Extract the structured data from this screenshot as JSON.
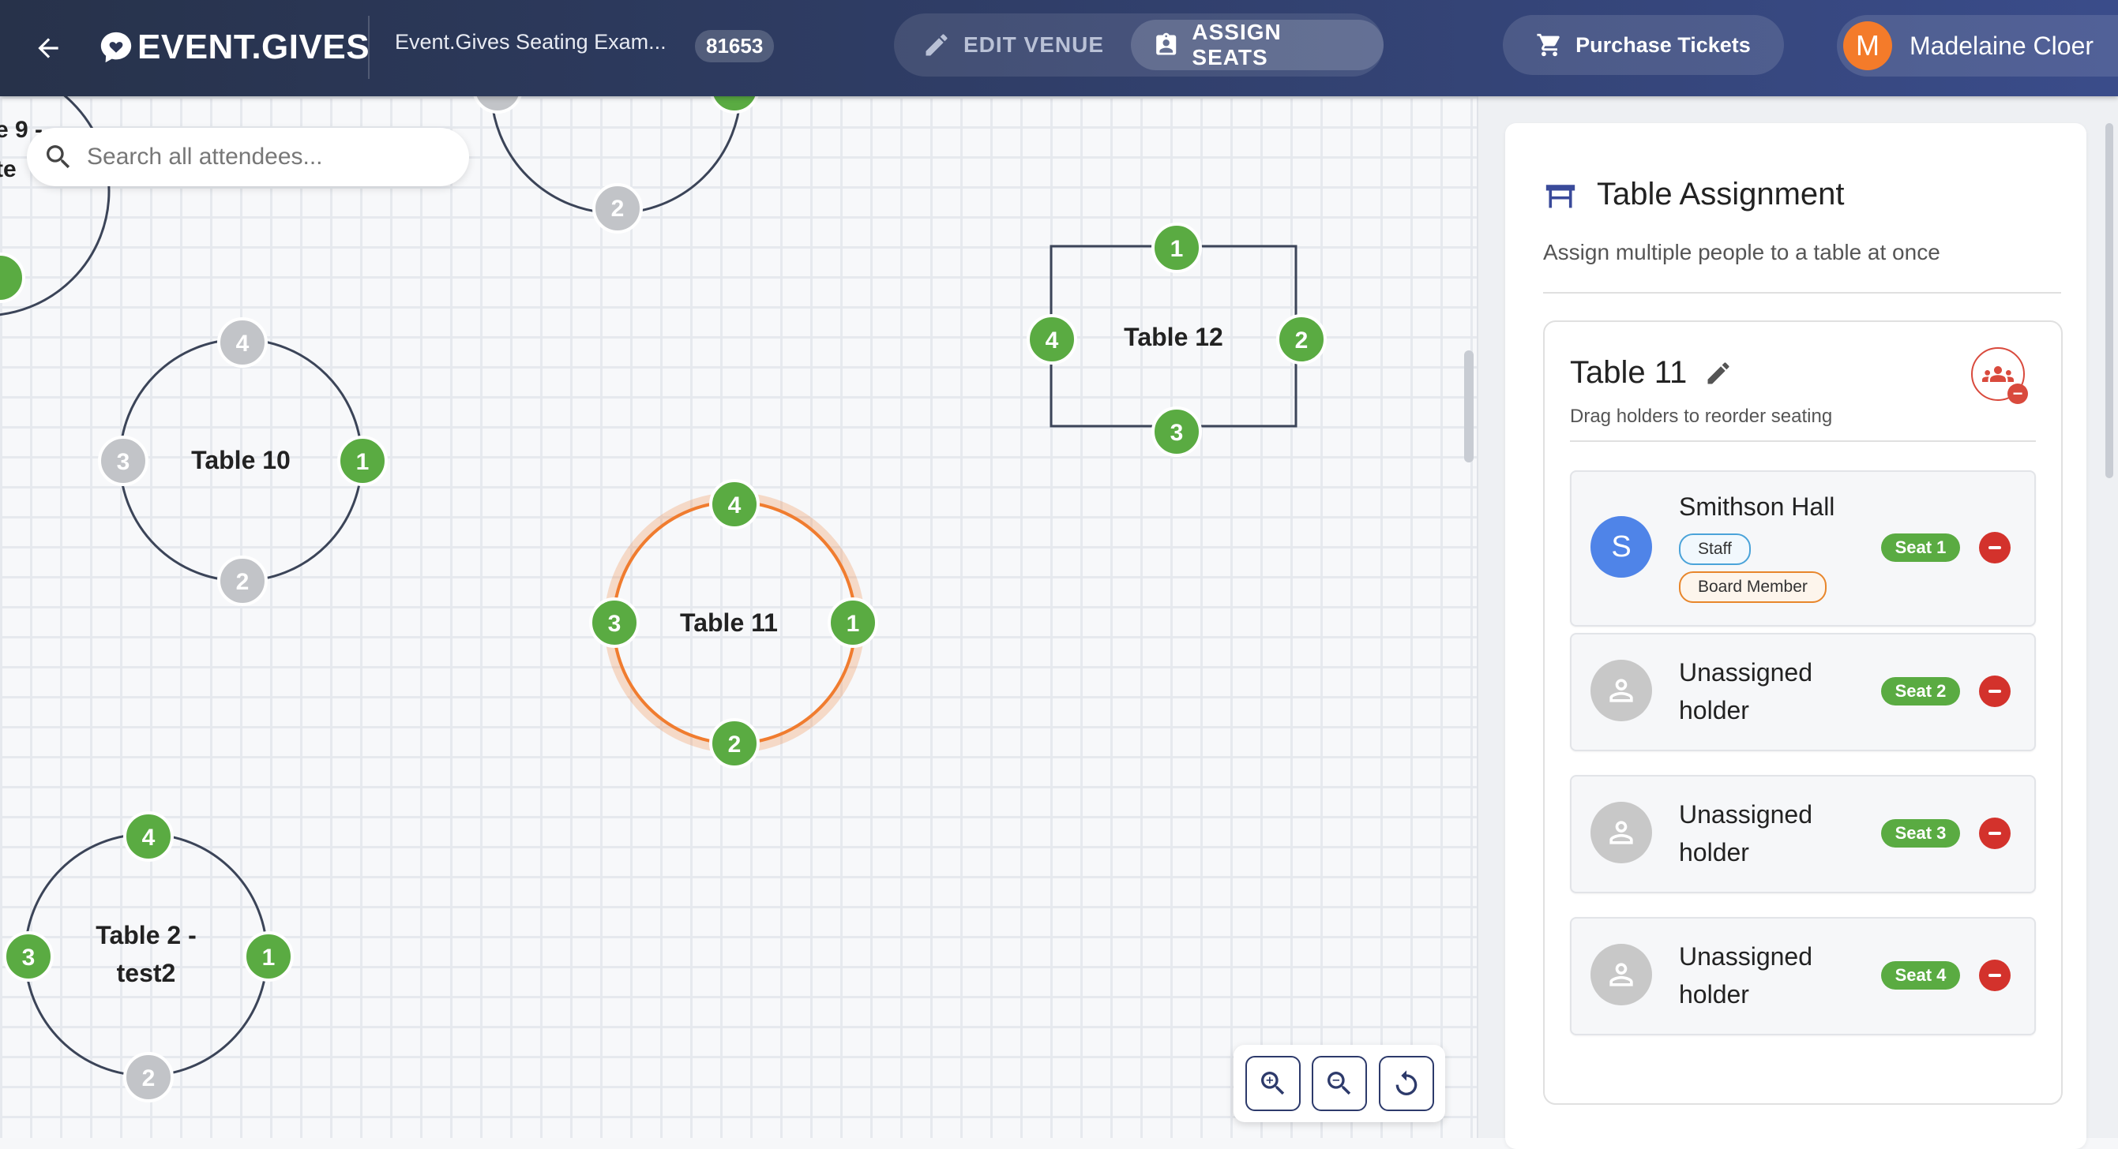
{
  "header": {
    "logo_text": "EVENT.GIVES",
    "event_name": "Event.Gives Seating Exam...",
    "event_id": "81653",
    "modes": [
      {
        "label": "EDIT VENUE",
        "active": false
      },
      {
        "label": "ASSIGN SEATS",
        "active": true
      }
    ],
    "purchase_label": "Purchase Tickets",
    "user": {
      "initial": "M",
      "name": "Madelaine Cloer",
      "avatar_color": "#f47b2a"
    }
  },
  "canvas": {
    "search_placeholder": "Search all attendees...",
    "partial_labels": [
      "e 9 -",
      "te"
    ],
    "tables": [
      {
        "id": "table-9-partial",
        "label": "",
        "shape": "round",
        "selected": false,
        "seats": [
          {
            "n": "",
            "status": "assigned"
          },
          {
            "n": "",
            "status": "assigned"
          }
        ]
      },
      {
        "id": "table-top-partial",
        "label": "",
        "shape": "round",
        "selected": false,
        "seats": [
          {
            "n": "",
            "status": "empty"
          },
          {
            "n": "",
            "status": "assigned"
          },
          {
            "n": "2",
            "status": "empty"
          }
        ]
      },
      {
        "id": "table-12",
        "label": "Table 12",
        "shape": "rect",
        "selected": false,
        "seats": [
          {
            "n": "1",
            "status": "assigned"
          },
          {
            "n": "2",
            "status": "assigned"
          },
          {
            "n": "3",
            "status": "assigned"
          },
          {
            "n": "4",
            "status": "assigned"
          }
        ]
      },
      {
        "id": "table-10",
        "label": "Table 10",
        "shape": "round",
        "selected": false,
        "seats": [
          {
            "n": "4",
            "status": "empty"
          },
          {
            "n": "1",
            "status": "assigned"
          },
          {
            "n": "2",
            "status": "empty"
          },
          {
            "n": "3",
            "status": "empty"
          }
        ]
      },
      {
        "id": "table-11",
        "label": "Table 11",
        "shape": "round",
        "selected": true,
        "seats": [
          {
            "n": "4",
            "status": "assigned"
          },
          {
            "n": "1",
            "status": "assigned"
          },
          {
            "n": "2",
            "status": "assigned"
          },
          {
            "n": "3",
            "status": "assigned"
          }
        ]
      },
      {
        "id": "table-2",
        "label": "Table 2 - test2",
        "label_lines": [
          "Table 2 -",
          "test2"
        ],
        "shape": "round",
        "selected": false,
        "seats": [
          {
            "n": "4",
            "status": "assigned"
          },
          {
            "n": "1",
            "status": "assigned"
          },
          {
            "n": "2",
            "status": "empty"
          },
          {
            "n": "3",
            "status": "assigned"
          }
        ]
      }
    ],
    "zoom_controls": [
      "zoom-in-icon",
      "zoom-out-icon",
      "reset-icon"
    ]
  },
  "panel": {
    "title": "Table Assignment",
    "subtitle": "Assign multiple people to a table at once",
    "table": {
      "name": "Table 11",
      "hint": "Drag holders to reorder seating",
      "holders": [
        {
          "name": "Smithson Hall",
          "initial": "S",
          "tags": [
            "Staff",
            "Board Member"
          ],
          "seat": "Seat 1",
          "avatar_color": "#4f84e8"
        },
        {
          "name": "Unassigned holder",
          "name_lines": [
            "Unassigned",
            "holder"
          ],
          "initial": "",
          "tags": [],
          "seat": "Seat 2"
        },
        {
          "name": "Unassigned holder",
          "name_lines": [
            "Unassigned",
            "holder"
          ],
          "initial": "",
          "tags": [],
          "seat": "Seat 3"
        },
        {
          "name": "Unassigned holder",
          "name_lines": [
            "Unassigned",
            "holder"
          ],
          "initial": "",
          "tags": [],
          "seat": "Seat 4"
        }
      ]
    }
  },
  "colors": {
    "seat_assigned": "#5aab42",
    "seat_empty": "#c2c4c8",
    "table_outline": "#3b4458",
    "selected_outline": "#f07c2f",
    "remove": "#d3322c",
    "accent": "#2d3a6b"
  }
}
